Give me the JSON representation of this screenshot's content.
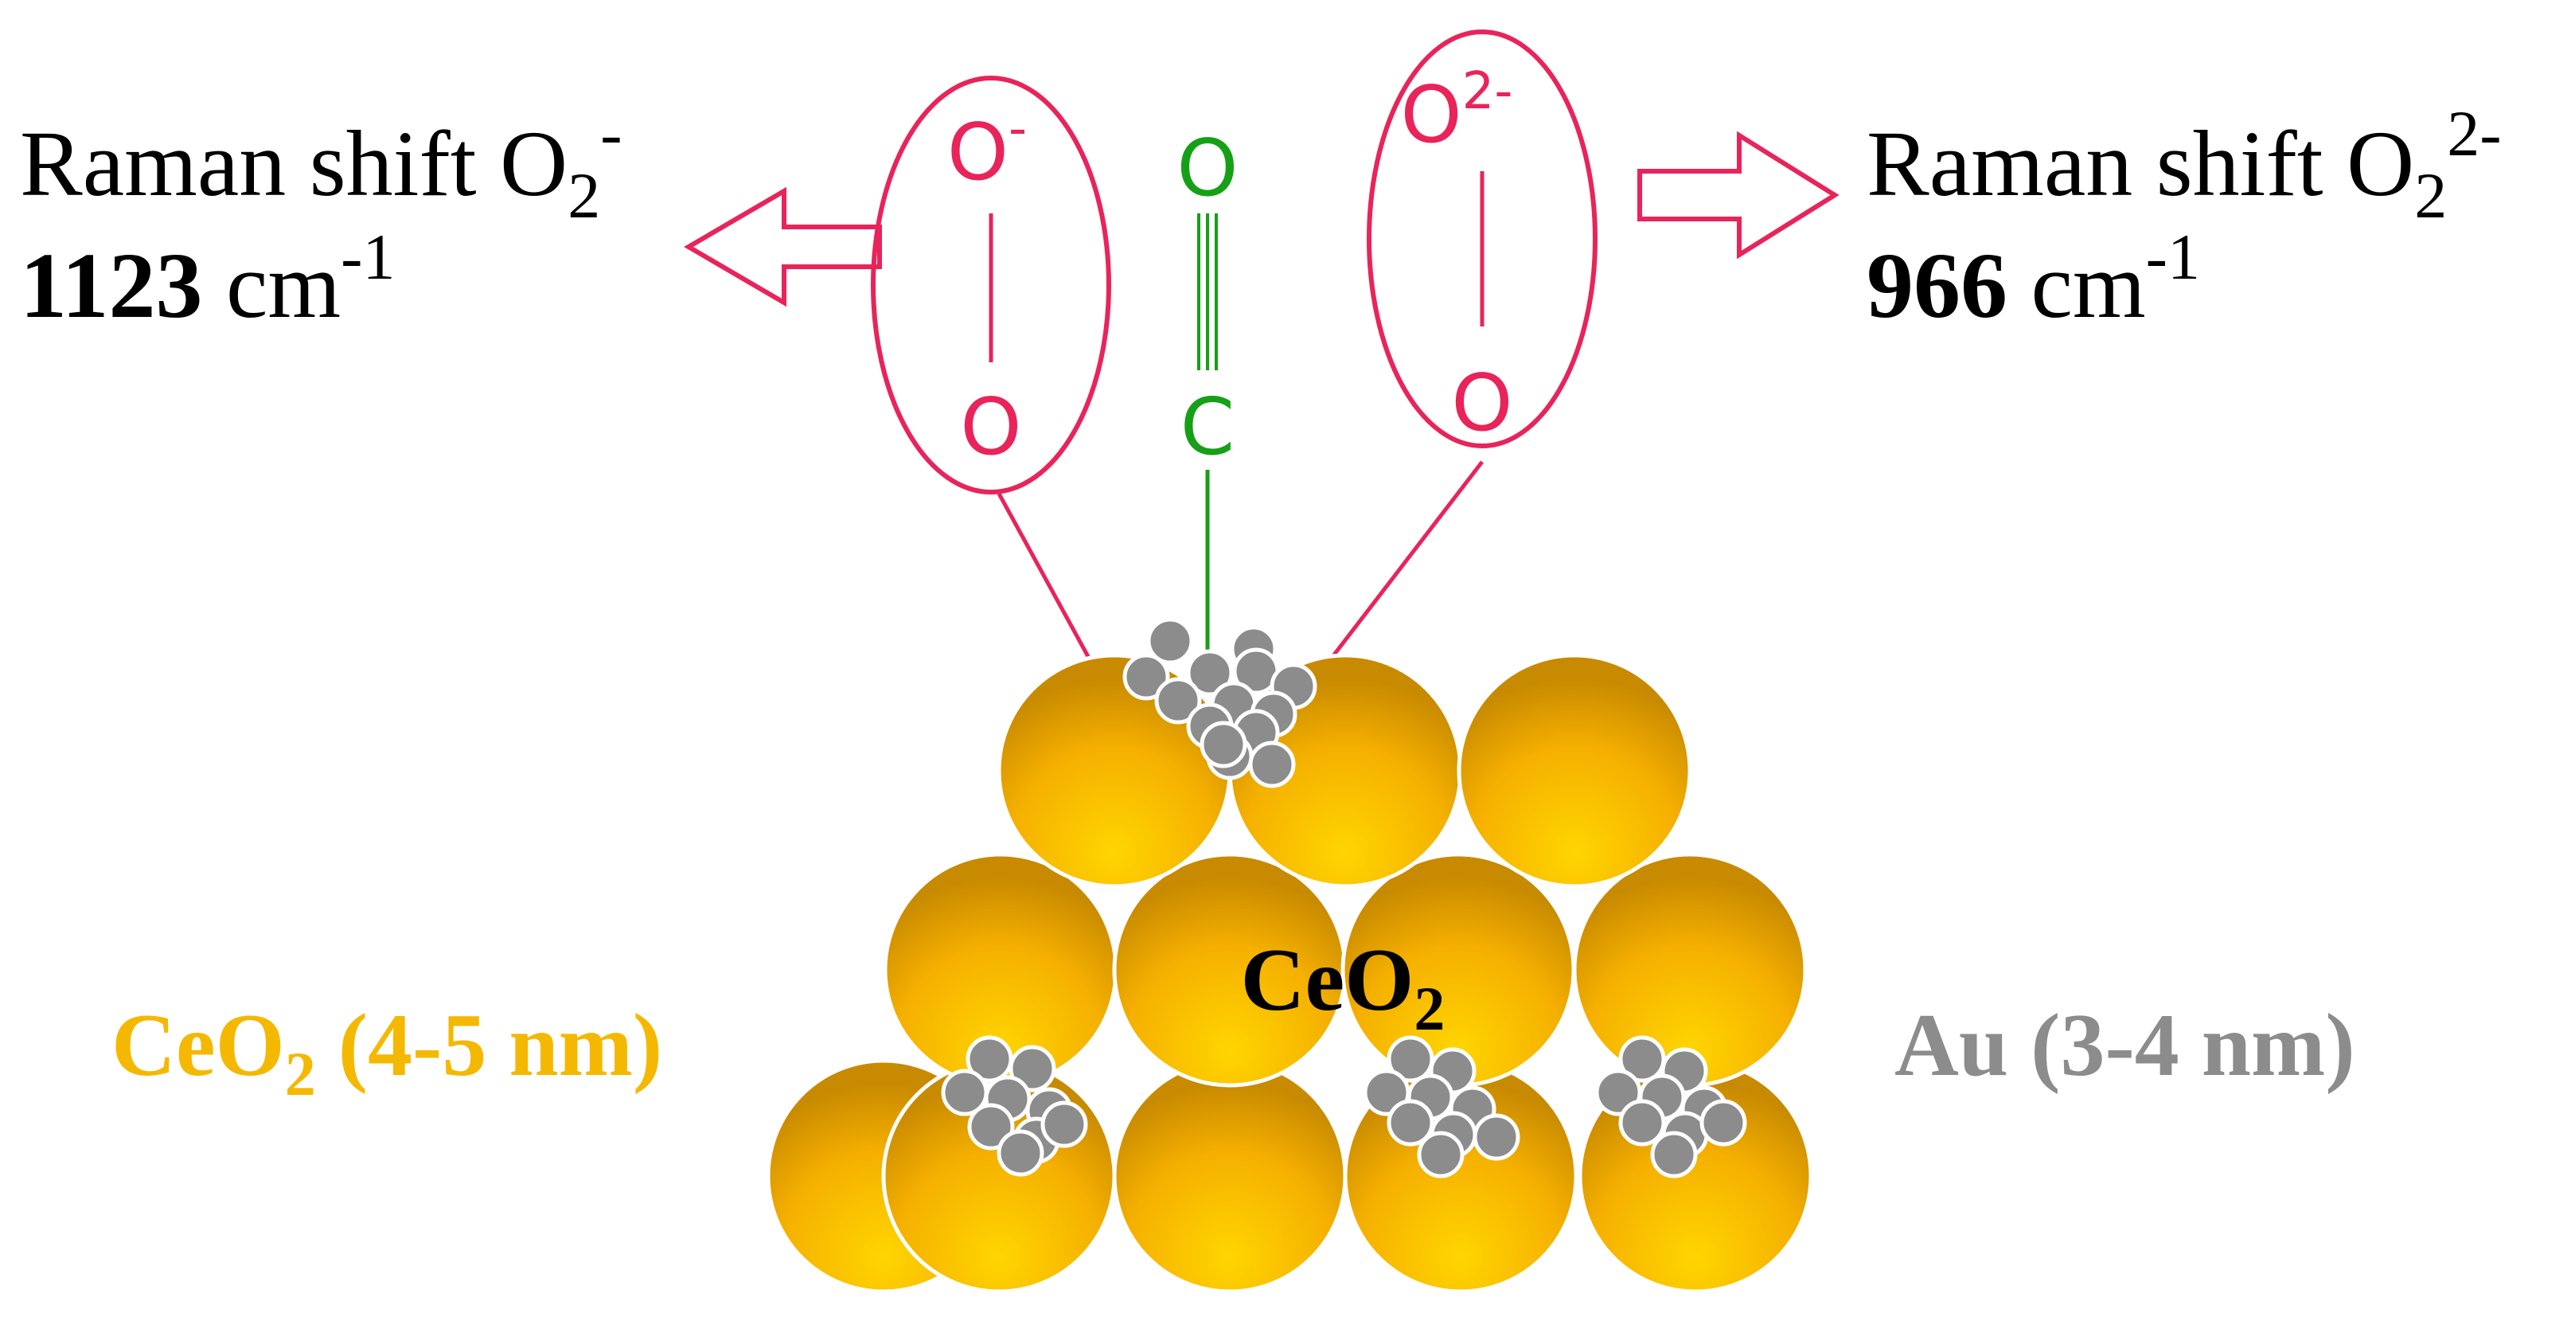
{
  "left_annotation": {
    "line1_prefix": "Raman shift O",
    "line1_sub": "2",
    "line1_sup": "-",
    "value": "1123",
    "unit_base": " cm",
    "unit_sup": "-1"
  },
  "right_annotation": {
    "line1_prefix": "Raman shift O",
    "line1_sub": "2",
    "line1_sup": "2-",
    "value": "966",
    "unit_base": " cm",
    "unit_sup": "-1"
  },
  "superoxide": {
    "top_atom": "O",
    "top_charge": "-",
    "bottom_atom": "O"
  },
  "peroxide": {
    "top_atom": "O",
    "top_charge": "2-",
    "bottom_atom": "O"
  },
  "carbon_monoxide": {
    "top_atom": "O",
    "bottom_atom": "C"
  },
  "support_center_label": {
    "base": "CeO",
    "sub": "2"
  },
  "support_legend": {
    "base": "CeO",
    "sub": "2",
    "rest": " (4-5 nm)"
  },
  "gold_legend": {
    "text": "Au (3-4 nm)"
  },
  "colors": {
    "adsorbate_oxygen": "#e8245a",
    "carbon_monoxide": "#16a016",
    "ceria": "#f5b800",
    "ceria_edge": "#b57a00",
    "gold": "#8c8c8c",
    "text": "#000000"
  }
}
